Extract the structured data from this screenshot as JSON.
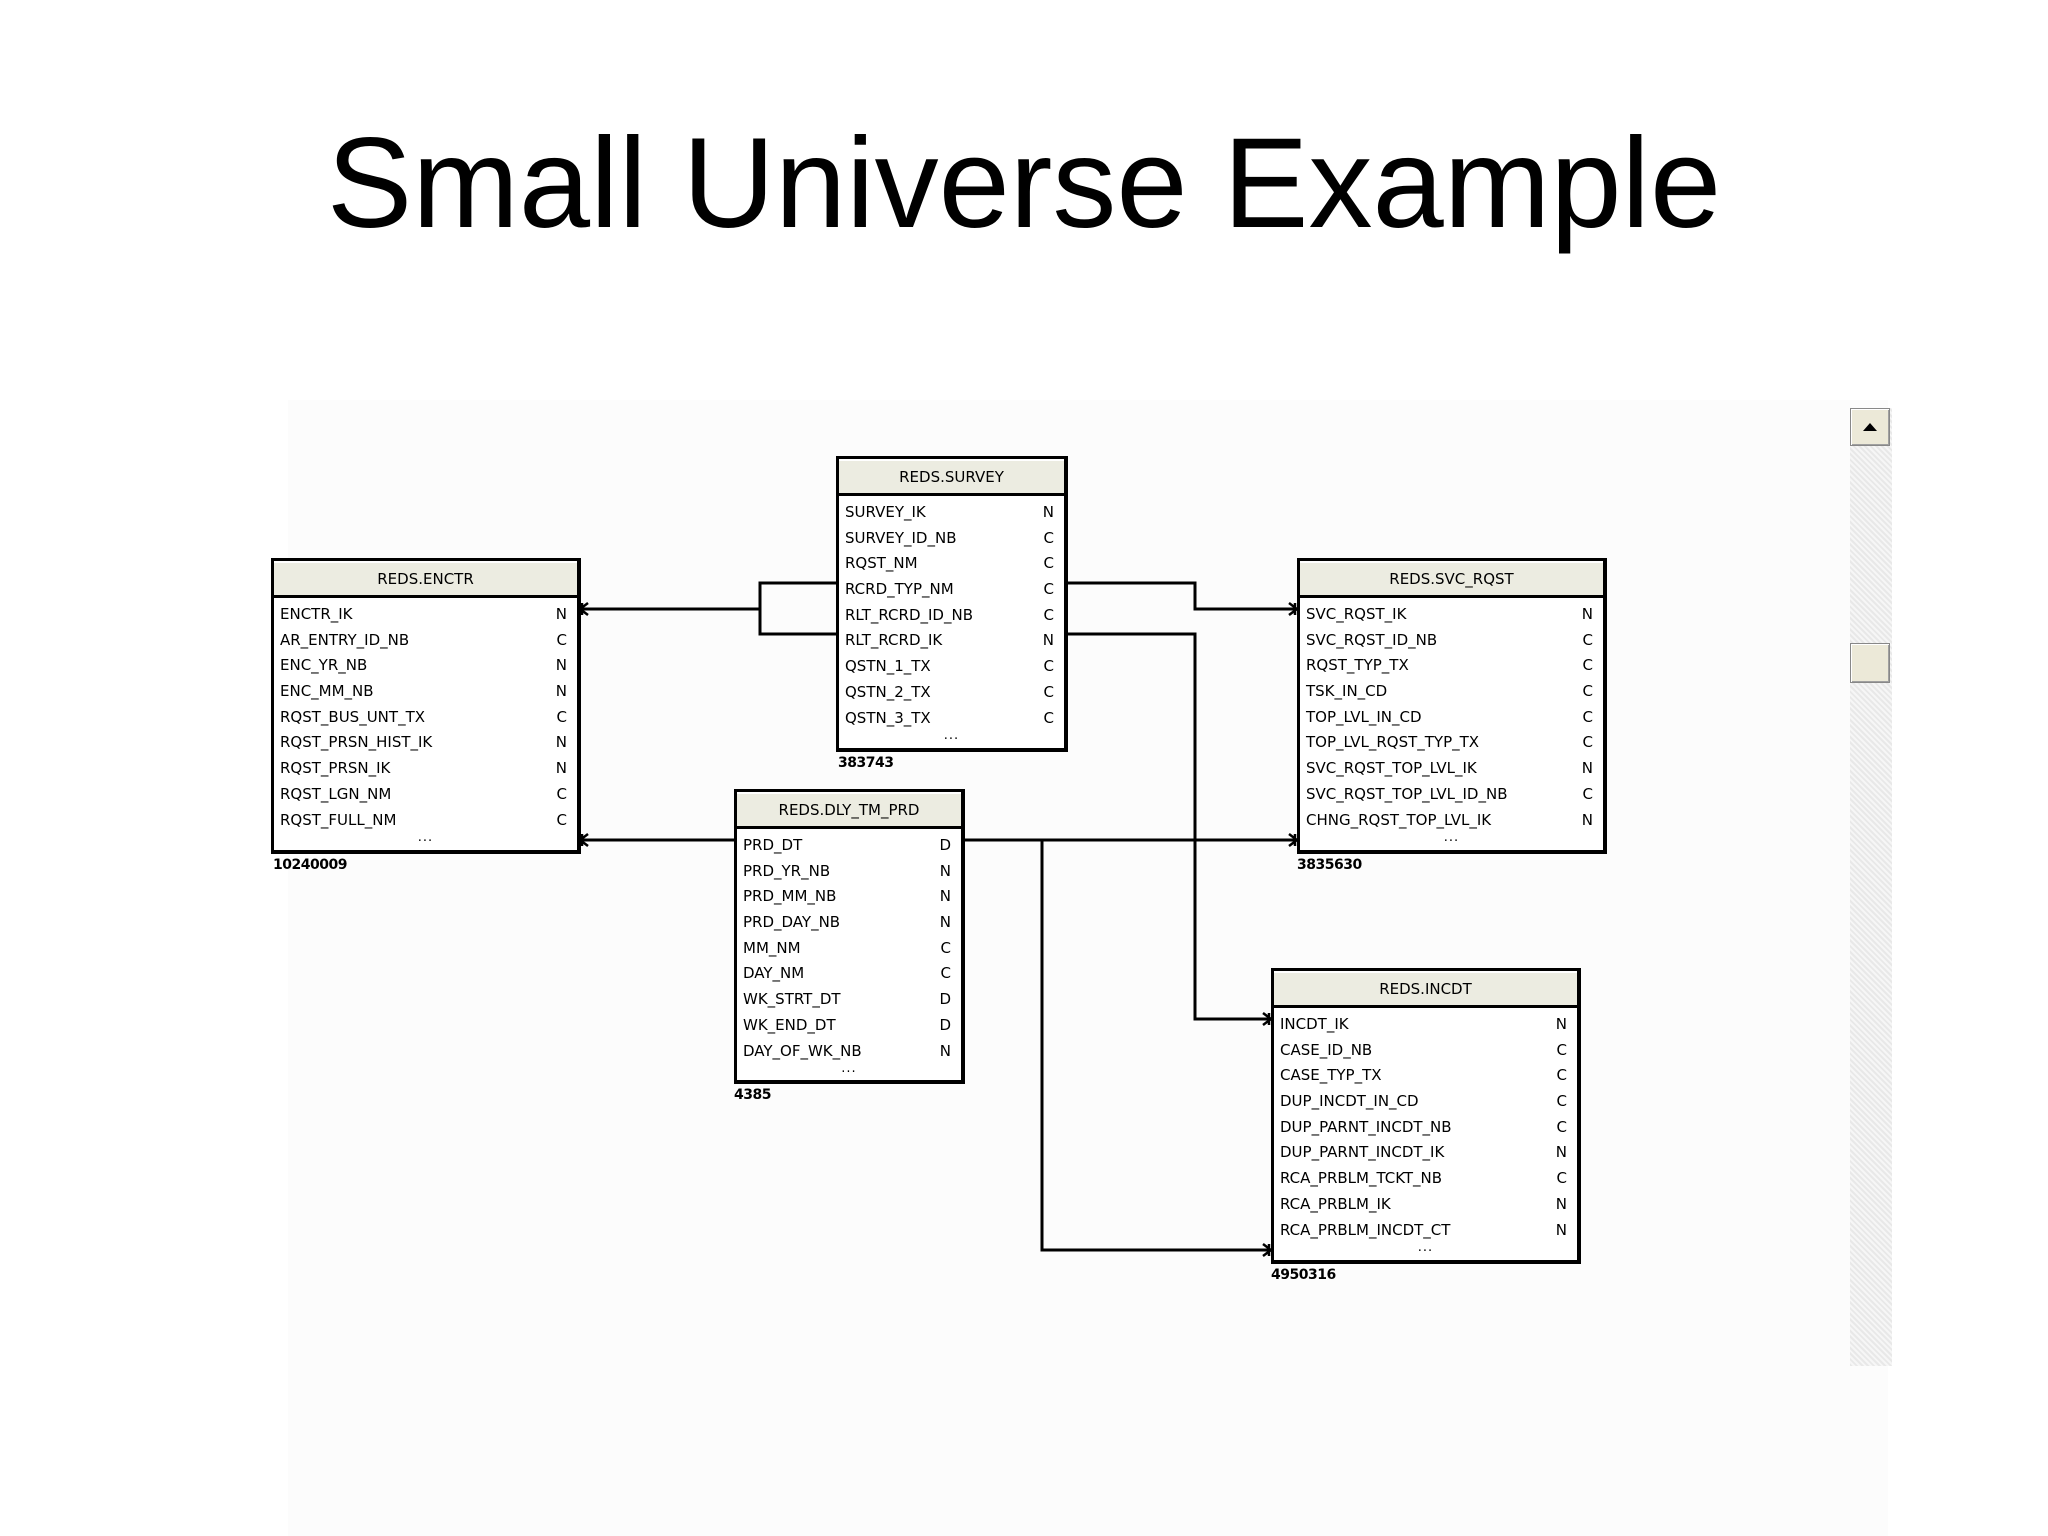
{
  "slide": {
    "title": "Small Universe Example"
  },
  "colors": {
    "header_bg": "#ecece1",
    "line": "#000000",
    "scroll_track": "#efefef",
    "scroll_button": "#ece9d8"
  },
  "icons": {
    "scroll_up": "up-arrow-icon"
  },
  "entities": [
    {
      "id": "encntr",
      "name": "REDS.ENCTR",
      "row_count": "10240009",
      "fields": [
        {
          "name": "ENCTR_IK",
          "type": "N"
        },
        {
          "name": "AR_ENTRY_ID_NB",
          "type": "C"
        },
        {
          "name": "ENC_YR_NB",
          "type": "N"
        },
        {
          "name": "ENC_MM_NB",
          "type": "N"
        },
        {
          "name": "RQST_BUS_UNT_TX",
          "type": "C"
        },
        {
          "name": "RQST_PRSN_HIST_IK",
          "type": "N"
        },
        {
          "name": "RQST_PRSN_IK",
          "type": "N"
        },
        {
          "name": "RQST_LGN_NM",
          "type": "C"
        },
        {
          "name": "RQST_FULL_NM",
          "type": "C"
        }
      ],
      "more": "..."
    },
    {
      "id": "survey",
      "name": "REDS.SURVEY",
      "row_count": "383743",
      "fields": [
        {
          "name": "SURVEY_IK",
          "type": "N"
        },
        {
          "name": "SURVEY_ID_NB",
          "type": "C"
        },
        {
          "name": "RQST_NM",
          "type": "C"
        },
        {
          "name": "RCRD_TYP_NM",
          "type": "C"
        },
        {
          "name": "RLT_RCRD_ID_NB",
          "type": "C"
        },
        {
          "name": "RLT_RCRD_IK",
          "type": "N"
        },
        {
          "name": "QSTN_1_TX",
          "type": "C"
        },
        {
          "name": "QSTN_2_TX",
          "type": "C"
        },
        {
          "name": "QSTN_3_TX",
          "type": "C"
        }
      ],
      "more": "..."
    },
    {
      "id": "svc_rqst",
      "name": "REDS.SVC_RQST",
      "row_count": "3835630",
      "fields": [
        {
          "name": "SVC_RQST_IK",
          "type": "N"
        },
        {
          "name": "SVC_RQST_ID_NB",
          "type": "C"
        },
        {
          "name": "RQST_TYP_TX",
          "type": "C"
        },
        {
          "name": "TSK_IN_CD",
          "type": "C"
        },
        {
          "name": "TOP_LVL_IN_CD",
          "type": "C"
        },
        {
          "name": "TOP_LVL_RQST_TYP_TX",
          "type": "C"
        },
        {
          "name": "SVC_RQST_TOP_LVL_IK",
          "type": "N"
        },
        {
          "name": "SVC_RQST_TOP_LVL_ID_NB",
          "type": "C"
        },
        {
          "name": "CHNG_RQST_TOP_LVL_IK",
          "type": "N"
        }
      ],
      "more": "..."
    },
    {
      "id": "dly_tm_prd",
      "name": "REDS.DLY_TM_PRD",
      "row_count": "4385",
      "fields": [
        {
          "name": "PRD_DT",
          "type": "D"
        },
        {
          "name": "PRD_YR_NB",
          "type": "N"
        },
        {
          "name": "PRD_MM_NB",
          "type": "N"
        },
        {
          "name": "PRD_DAY_NB",
          "type": "N"
        },
        {
          "name": "MM_NM",
          "type": "C"
        },
        {
          "name": "DAY_NM",
          "type": "C"
        },
        {
          "name": "WK_STRT_DT",
          "type": "D"
        },
        {
          "name": "WK_END_DT",
          "type": "D"
        },
        {
          "name": "DAY_OF_WK_NB",
          "type": "N"
        }
      ],
      "more": "..."
    },
    {
      "id": "incdt",
      "name": "REDS.INCDT",
      "row_count": "4950316",
      "fields": [
        {
          "name": "INCDT_IK",
          "type": "N"
        },
        {
          "name": "CASE_ID_NB",
          "type": "C"
        },
        {
          "name": "CASE_TYP_TX",
          "type": "C"
        },
        {
          "name": "DUP_INCDT_IN_CD",
          "type": "C"
        },
        {
          "name": "DUP_PARNT_INCDT_NB",
          "type": "C"
        },
        {
          "name": "DUP_PARNT_INCDT_IK",
          "type": "N"
        },
        {
          "name": "RCA_PRBLM_TCKT_NB",
          "type": "C"
        },
        {
          "name": "RCA_PRBLM_IK",
          "type": "N"
        },
        {
          "name": "RCA_PRBLM_INCDT_CT",
          "type": "N"
        }
      ],
      "more": "..."
    }
  ],
  "relationships": [
    {
      "from": "survey",
      "to": "encntr"
    },
    {
      "from": "survey",
      "to": "svc_rqst"
    },
    {
      "from": "survey",
      "to": "incdt"
    },
    {
      "from": "dly_tm_prd",
      "to": "encntr"
    },
    {
      "from": "dly_tm_prd",
      "to": "svc_rqst"
    },
    {
      "from": "dly_tm_prd",
      "to": "incdt"
    }
  ]
}
